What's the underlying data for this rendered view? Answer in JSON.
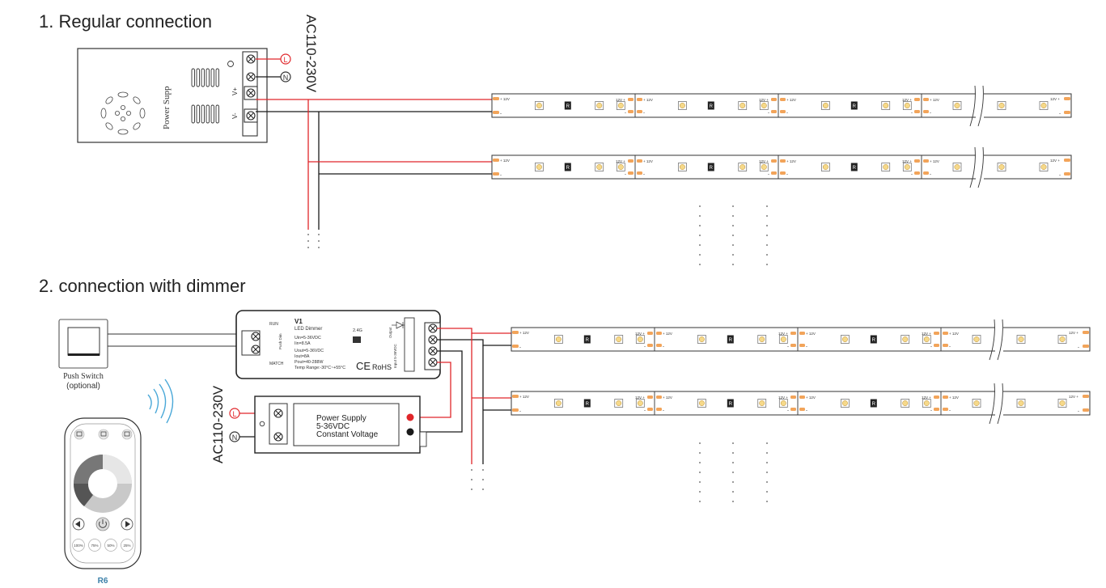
{
  "section1": {
    "title": "1. Regular connection",
    "ac_label": "AC110-230V",
    "terminal_l": "L",
    "terminal_n": "N",
    "power_supply_label": "Power Supp",
    "v_plus": "V+",
    "v_minus": "V-"
  },
  "section2": {
    "title": "2. connection with dimmer",
    "ac_label": "AC110-230V",
    "terminal_l": "L",
    "terminal_n": "N",
    "push_switch_label": "Push Switch",
    "push_switch_note": "(optional)",
    "dimmer": {
      "model": "V1",
      "name": "LED Dimmer",
      "spec_uin": "Uin=5-36VDC",
      "spec_iin": "Iin=8.5A",
      "spec_uout": "Uout=5-36VDC",
      "spec_iout": "Iout=8A",
      "spec_pout": "Pout=40-288W",
      "spec_temp": "Temp Range:-30°C~+55°C",
      "freq": "2.4G",
      "run": "RUN",
      "match": "MATCH",
      "ce": "CE",
      "rohs": "RoHS",
      "push_dim": "Push Dim",
      "output": "Output",
      "input": "Input 5-36VDC"
    },
    "power_supply": {
      "line1": "Power Supply",
      "line2": "5-36VDC",
      "line3": "Constant Voltage"
    },
    "remote": {
      "model": "R6",
      "presets": [
        "100%",
        "75%",
        "50%",
        "25%"
      ]
    }
  },
  "strip": {
    "plus_label": "+ 12V",
    "joint_label": "12V +",
    "minus_label": "-",
    "resistor_label": "R"
  },
  "colors": {
    "wire_red": "#e0262a",
    "wire_black": "#1a1a1a",
    "pad_orange": "#f2a45a",
    "led_yellow": "#f6d98a",
    "remote_label": "#3a7fa8",
    "wifi_blue": "#4aa8d8"
  }
}
